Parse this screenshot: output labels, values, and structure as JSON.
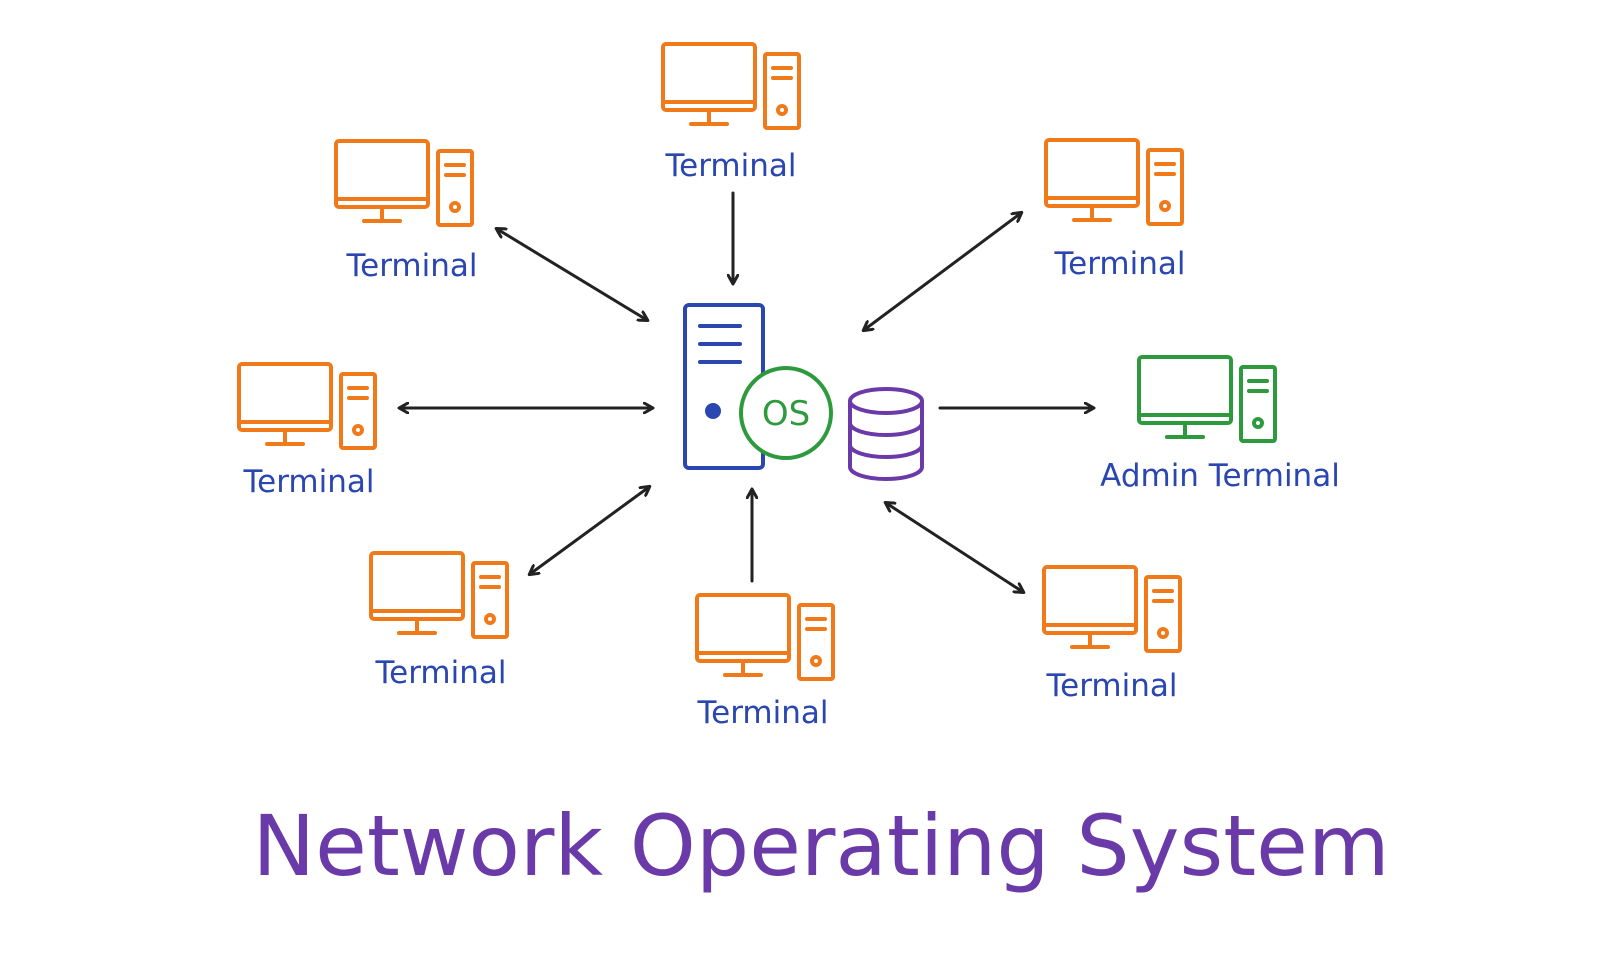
{
  "diagram": {
    "title": "Network Operating System",
    "server": {
      "badge_label": "OS"
    },
    "nodes": [
      {
        "id": "top",
        "label": "Terminal",
        "kind": "terminal"
      },
      {
        "id": "top-left",
        "label": "Terminal",
        "kind": "terminal"
      },
      {
        "id": "top-right",
        "label": "Terminal",
        "kind": "terminal"
      },
      {
        "id": "left",
        "label": "Terminal",
        "kind": "terminal"
      },
      {
        "id": "right",
        "label": "Admin Terminal",
        "kind": "admin"
      },
      {
        "id": "bottom-left",
        "label": "Terminal",
        "kind": "terminal"
      },
      {
        "id": "bottom",
        "label": "Terminal",
        "kind": "terminal"
      },
      {
        "id": "bottom-right",
        "label": "Terminal",
        "kind": "terminal"
      }
    ],
    "connections": [
      {
        "node": "top",
        "direction": "to-center"
      },
      {
        "node": "top-left",
        "direction": "both"
      },
      {
        "node": "top-right",
        "direction": "both"
      },
      {
        "node": "left",
        "direction": "both"
      },
      {
        "node": "right",
        "direction": "to-node"
      },
      {
        "node": "bottom-left",
        "direction": "both"
      },
      {
        "node": "bottom",
        "direction": "to-center"
      },
      {
        "node": "bottom-right",
        "direction": "both"
      }
    ]
  },
  "colors": {
    "terminal": "#f07a1a",
    "admin": "#2e9a3e",
    "server": "#2a46b0",
    "os_badge": "#2e9a3e",
    "database": "#6a3aa8",
    "label": "#2a46b0",
    "title": "#6a3aa8",
    "arrow": "#222222"
  }
}
